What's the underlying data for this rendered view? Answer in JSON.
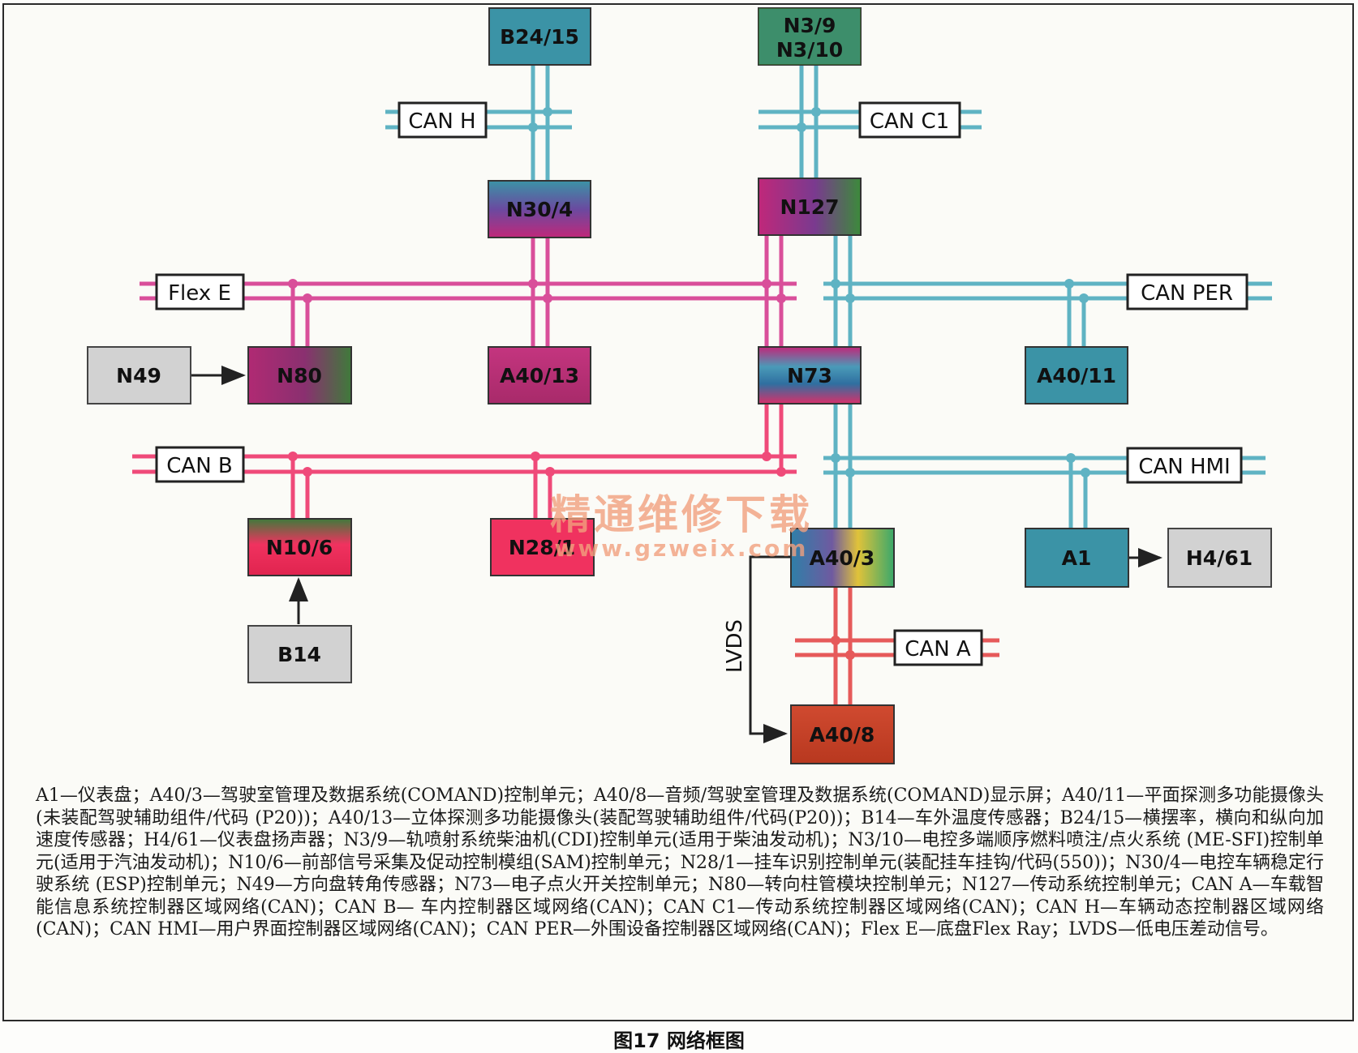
{
  "colors": {
    "can_h": "#5fb3c3",
    "can_c1": "#5fb3c3",
    "can_per": "#5fb3c3",
    "can_hmi": "#5fb3c3",
    "flex_e": "#d94f9a",
    "can_b": "#ef4a79",
    "can_a": "#e65a5a",
    "module_teal": "#3b93a6",
    "module_gray": "#d2d2d2",
    "module_green": "#3f8a3b",
    "module_magenta": "#b02a73",
    "module_pink": "#f0325f",
    "module_red": "#c7412d",
    "arrow": "#222222"
  },
  "modules": {
    "b24_15": "B24/15",
    "n3_9": "N3/9",
    "n3_10": "N3/10",
    "n30_4": "N30/4",
    "n127": "N127",
    "n80": "N80",
    "n49": "N49",
    "a40_13": "A40/13",
    "n73": "N73",
    "a40_11": "A40/11",
    "n10_6": "N10/6",
    "n28_1": "N28/1",
    "a40_3": "A40/3",
    "a1": "A1",
    "h4_61": "H4/61",
    "b14": "B14",
    "a40_8": "A40/8"
  },
  "buses": {
    "can_h": "CAN H",
    "can_c1": "CAN C1",
    "flex_e": "Flex E",
    "can_per": "CAN PER",
    "can_b": "CAN B",
    "can_hmi": "CAN HMI",
    "can_a": "CAN A",
    "lvds": "LVDS"
  },
  "watermark": {
    "text": "精通维修下载",
    "url": "www.gzweix.com"
  },
  "legend": "A1—仪表盘；A40/3—驾驶室管理及数据系统(COMAND)控制单元；A40/8—音频/驾驶室管理及数据系统(COMAND)显示屏；A40/11—平面探测多功能摄像头(未装配驾驶辅助组件/代码 (P20))；A40/13—立体探测多功能摄像头(装配驾驶辅助组件/代码(P20))；B14—车外温度传感器；B24/15—横摆率，横向和纵向加速度传感器；H4/61—仪表盘扬声器；N3/9—轨喷射系统柴油机(CDI)控制单元(适用于柴油发动机)；N3/10—电控多端顺序燃料喷注/点火系统 (ME-SFI)控制单元(适用于汽油发动机)；N10/6—前部信号采集及促动控制模组(SAM)控制单元；N28/1—挂车识别控制单元(装配挂车挂钩/代码(550))；N30/4—电控车辆稳定行驶系统 (ESP)控制单元；N49—方向盘转角传感器；N73—电子点火开关控制单元；N80—转向柱管模块控制单元；N127—传动系统控制单元；CAN A—车载智能信息系统控制器区域网络(CAN)；CAN B— 车内控制器区域网络(CAN)；CAN C1—传动系统控制器区域网络(CAN)；CAN H—车辆动态控制器区域网络(CAN)；CAN HMI—用户界面控制器区域网络(CAN)；CAN PER—外围设备控制器区域网络(CAN)；Flex E—底盘Flex Ray；LVDS—低电压差动信号。",
  "caption": "图17 网络框图"
}
